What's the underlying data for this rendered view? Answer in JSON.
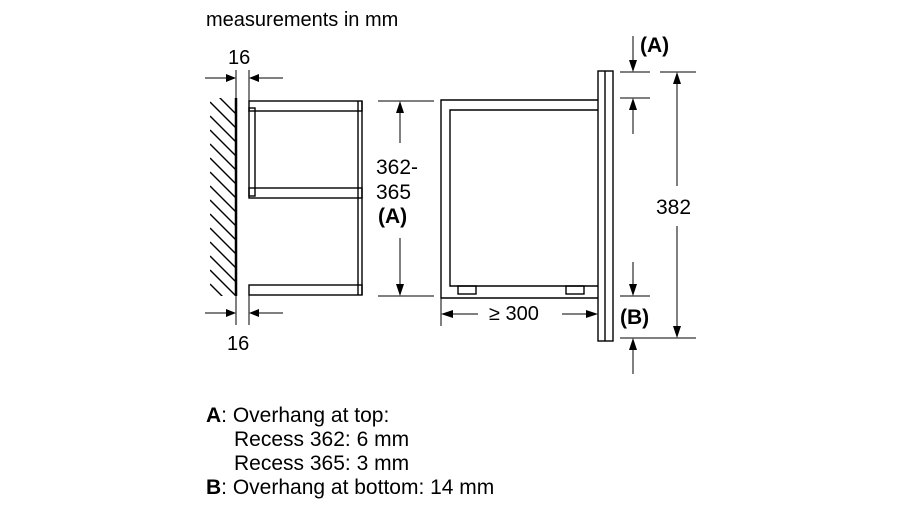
{
  "heading": "measurements in mm",
  "dimensions": {
    "wall_gap_top": "16",
    "wall_gap_bottom": "16",
    "recess_height_line1": "362-",
    "recess_height_line2": "365",
    "recess_height_line3": "(A)",
    "depth": "≥ 300",
    "overall_height": "382",
    "marker_top": "(A)",
    "marker_bottom": "(B)"
  },
  "legend": {
    "a_key": "A",
    "a_text": ": Overhang at top:",
    "a_line2": "Recess 362: 6 mm",
    "a_line3": "Recess 365: 3 mm",
    "b_key": "B",
    "b_text": ": Overhang at bottom: 14 mm"
  }
}
